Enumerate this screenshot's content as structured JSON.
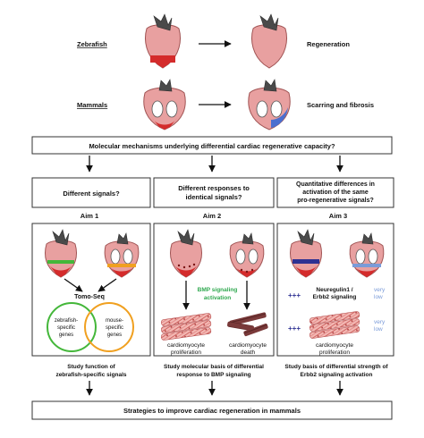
{
  "rows": {
    "zebrafish_label": "Zebrafish",
    "zebrafish_outcome": "Regeneration",
    "mammals_label": "Mammals",
    "mammals_outcome": "Scarring and fibrosis"
  },
  "question_header": "Molecular mechanisms underlying differential cardiac regenerative capacity?",
  "questions": [
    {
      "lines": [
        "Different signals?"
      ]
    },
    {
      "lines": [
        "Different responses to",
        "identical signals?"
      ]
    },
    {
      "lines": [
        "Quantitative differences in",
        "activation of the same",
        "pro-regenerative signals?"
      ]
    }
  ],
  "aims": [
    {
      "title": "Aim 1",
      "tomo_seq": "Tomo-Seq",
      "venn_left": [
        "zebrafish-",
        "specific",
        "genes"
      ],
      "venn_right": [
        "mouse-",
        "specific",
        "genes"
      ],
      "caption": [
        "Study function of",
        "zebrafish-specific signals"
      ]
    },
    {
      "title": "Aim 2",
      "bmp_label": [
        "BMP signaling",
        "activation"
      ],
      "outcome_left": [
        "cardiomyocyte",
        "proliferation"
      ],
      "outcome_right": [
        "cardiomyocyte",
        "death"
      ],
      "caption": [
        "Study molecular basis of differential",
        "response to BMP signaling"
      ]
    },
    {
      "title": "Aim 3",
      "signal_strong": "+++",
      "signal_label": [
        "Neuregulin1 /",
        "Erbb2 signaling"
      ],
      "signal_weak": [
        "very",
        "low"
      ],
      "outcome": [
        "cardiomyocyte",
        "proliferation"
      ],
      "caption": [
        "Study basis of differential strength of",
        "Erbb2 signaling activation"
      ]
    }
  ],
  "final_box": "Strategies to improve cardiac regeneration in mammals",
  "colors": {
    "heart": "#e8a0a0",
    "heart_outline": "#a15454",
    "injury_red": "#d42b2b",
    "scar_blue": "#4a6fd0",
    "green_band": "#44b73a",
    "orange_band": "#f0a020",
    "green_text": "#2fa84f",
    "navy": "#2e3192",
    "light_blue": "#7a9bd8",
    "vessel": "#4a4a4a"
  }
}
